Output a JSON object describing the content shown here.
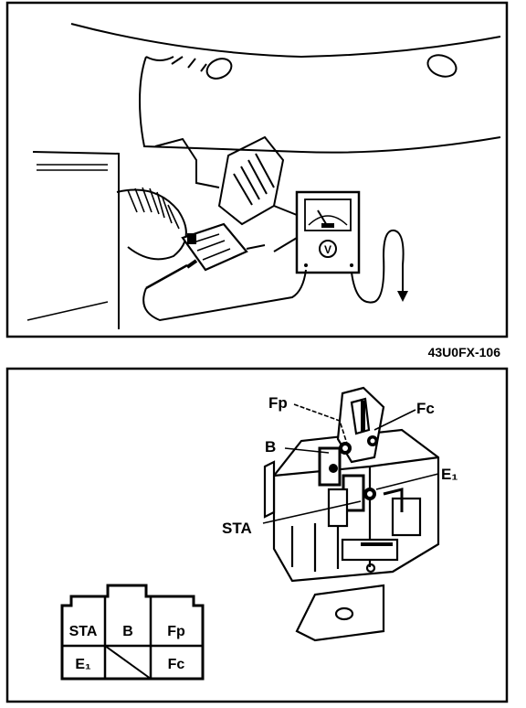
{
  "figure_code": "43U0FX-106",
  "callouts": {
    "fp": "Fp",
    "fc": "Fc",
    "b": "B",
    "e1": "E₁",
    "sta": "STA"
  },
  "connector_face": {
    "top_row": [
      "STA",
      "B",
      "Fp"
    ],
    "bottom_row": [
      "E₁",
      "",
      "Fc"
    ]
  },
  "meter_symbol": "V"
}
